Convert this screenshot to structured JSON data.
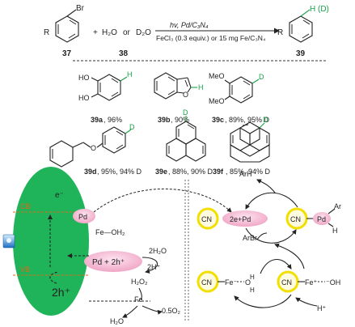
{
  "scheme": {
    "reactant_label": "37",
    "reactant_sub": "Br",
    "reactant_r": "R",
    "plus": "+",
    "water": "H₂O",
    "or": "or",
    "heavy_water": "D₂O",
    "reagent_label": "38",
    "conditions_top": "hv, Pd/C₃N₄",
    "conditions_bottom": "FeCl₃ (0.3 equiv.) or 15 mg Fe/C₃N₄",
    "product_label": "39",
    "product_sub": "H (D)",
    "product_r": "R"
  },
  "products": [
    {
      "id": "39a",
      "yield": ", 96%",
      "label_ho_top": "HO",
      "label_ho_bottom": "HO",
      "mark": "H"
    },
    {
      "id": "39b",
      "yield": ", 90%",
      "label_o": "O",
      "mark": "H"
    },
    {
      "id": "39c",
      "yield": ", 89%, 95% D",
      "label_meo_top": "MeO",
      "label_meo_bottom": "MeO",
      "mark": "D"
    },
    {
      "id": "39d",
      "yield": ", 95%, 94% D",
      "label_o": "O",
      "mark": "D"
    },
    {
      "id": "39e",
      "yield": ", 88%, 90% D",
      "mark": "D"
    },
    {
      "id": "39f",
      "yield": ", 85%, 94% D",
      "mark": "D"
    }
  ],
  "mechanism_left": {
    "cb": "CB",
    "vb": "VB",
    "electron": "e⁻",
    "pd": "Pd",
    "fe_oh2": "Fe—OH₂",
    "holes": "2h⁺",
    "pd_holes": "Pd + 2h⁺",
    "h2o_2": "2H₂O",
    "h_plus_2": "2H⁺",
    "h2o2": "H₂O₂",
    "fe": "Fe",
    "half_o2": "0.5O₂",
    "water": "H₂O"
  },
  "mechanism_right": {
    "arh": "ArH",
    "ar": "Ar",
    "cn": "CN",
    "e_pd": "2e+Pd",
    "pd": "Pd",
    "h": "H",
    "arbr": "ArBr",
    "fe_minus": "Fe⁻",
    "oh_o": "O",
    "oh_h": "H",
    "fe_plus": "Fe⁺",
    "minus_oh": "⁻OH",
    "h_plus": "H⁺"
  },
  "colors": {
    "green_mark": "#18a148",
    "semiconductor": "#1fb35a",
    "band_label": "#e06a17",
    "pink": "#f4b8d2",
    "yellow_ring": "#f2df00",
    "light_blue": "#2f8fe0"
  }
}
